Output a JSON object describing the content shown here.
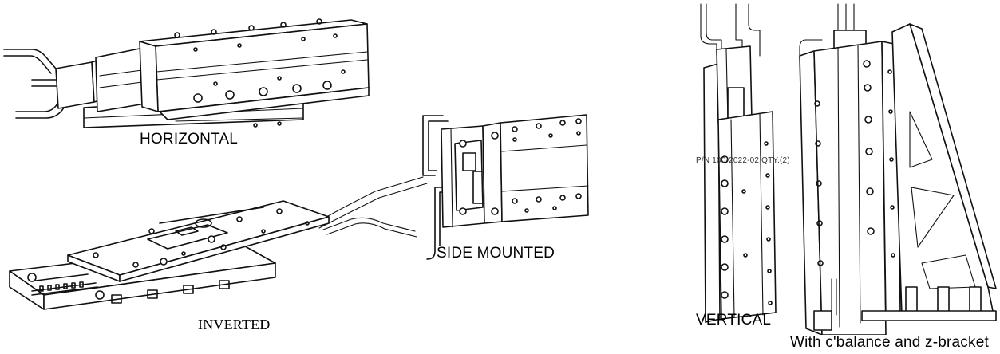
{
  "labels": {
    "horizontal": "HORIZONTAL",
    "inverted": "INVERTED",
    "side_mounted": "SIDE MOUNTED",
    "vertical": "VERTICAL",
    "vertical_note": "With c'balance and z-bracket",
    "part_number": "P/N 100-2022-02 QTY.(2)"
  }
}
